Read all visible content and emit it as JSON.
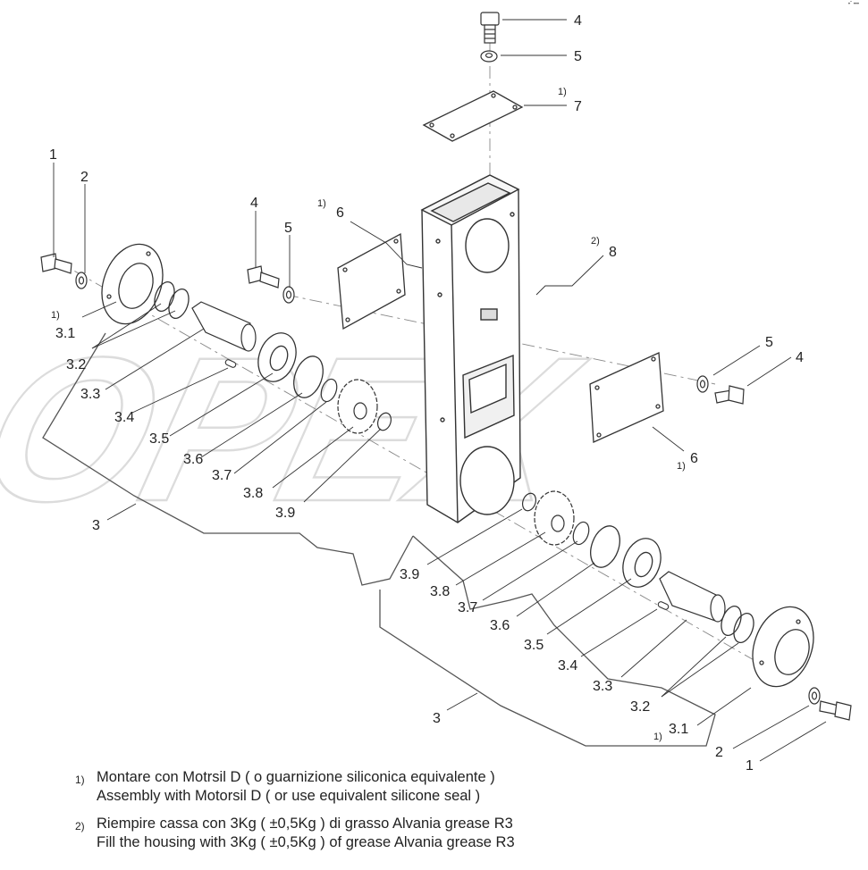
{
  "corner_mark": "•ˆ •••",
  "watermark": "OPEX",
  "callouts": [
    {
      "id": "c-4-top",
      "text": "4"
    },
    {
      "id": "c-5-top",
      "text": "5"
    },
    {
      "id": "c-7",
      "text": "7"
    },
    {
      "id": "c-1-left",
      "text": "1"
    },
    {
      "id": "c-2-left",
      "text": "2"
    },
    {
      "id": "c-4-mid",
      "text": "4"
    },
    {
      "id": "c-5-mid",
      "text": "5"
    },
    {
      "id": "c-6-left",
      "text": "6"
    },
    {
      "id": "c-8",
      "text": "8"
    },
    {
      "id": "c-3.1-left",
      "text": "3.1"
    },
    {
      "id": "c-3.2-left",
      "text": "3.2"
    },
    {
      "id": "c-3.3-left",
      "text": "3.3"
    },
    {
      "id": "c-3.4-left",
      "text": "3.4"
    },
    {
      "id": "c-3.5-left",
      "text": "3.5"
    },
    {
      "id": "c-3.6-left",
      "text": "3.6"
    },
    {
      "id": "c-3.7-left",
      "text": "3.7"
    },
    {
      "id": "c-3.8-left",
      "text": "3.8"
    },
    {
      "id": "c-3.9-left",
      "text": "3.9"
    },
    {
      "id": "c-3-left",
      "text": "3"
    },
    {
      "id": "c-5-right",
      "text": "5"
    },
    {
      "id": "c-4-right",
      "text": "4"
    },
    {
      "id": "c-6-right",
      "text": "6"
    },
    {
      "id": "c-3.9-right",
      "text": "3.9"
    },
    {
      "id": "c-3.8-right",
      "text": "3.8"
    },
    {
      "id": "c-3.7-right",
      "text": "3.7"
    },
    {
      "id": "c-3.6-right",
      "text": "3.6"
    },
    {
      "id": "c-3.5-right",
      "text": "3.5"
    },
    {
      "id": "c-3.4-right",
      "text": "3.4"
    },
    {
      "id": "c-3.3-right",
      "text": "3.3"
    },
    {
      "id": "c-3.2-right",
      "text": "3.2"
    },
    {
      "id": "c-3.1-right",
      "text": "3.1"
    },
    {
      "id": "c-3-right",
      "text": "3"
    },
    {
      "id": "c-2-right",
      "text": "2"
    },
    {
      "id": "c-1-right",
      "text": "1"
    }
  ],
  "superscripts": [
    {
      "id": "s-7",
      "text": "1)"
    },
    {
      "id": "s-6-left",
      "text": "1)"
    },
    {
      "id": "s-8",
      "text": "2)"
    },
    {
      "id": "s-3.1-left",
      "text": "1)"
    },
    {
      "id": "s-6-right",
      "text": "1)"
    },
    {
      "id": "s-3.1-right",
      "text": "1)"
    }
  ],
  "notes": [
    {
      "marker": "1)",
      "line_it": "Montare con Motrsil D ( o guarnizione siliconica equivalente )",
      "line_en": "Assembly with Motorsil D ( or use equivalent silicone seal )"
    },
    {
      "marker": "2)",
      "line_it": "Riempire cassa con 3Kg ( ±0,5Kg ) di grasso Alvania grease R3",
      "line_en": "Fill the housing with 3Kg ( ±0,5Kg ) of grease Alvania grease R3"
    }
  ]
}
